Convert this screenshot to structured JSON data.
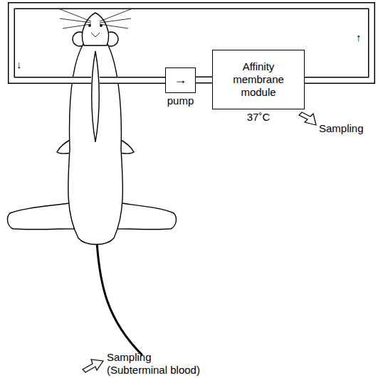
{
  "diagram": {
    "nodes": [
      {
        "text": [
          "→",
          "pump"
        ]
      },
      {
        "text": [
          "Affinity membrane module",
          "37˚C"
        ]
      }
    ],
    "edges": [
      {
        "from": 0,
        "to": 1,
        "arrow": "none"
      }
    ],
    "labels": [
      "↓",
      "↑",
      "Sampling",
      "Sampling",
      "(Subterminal blood)"
    ]
  }
}
